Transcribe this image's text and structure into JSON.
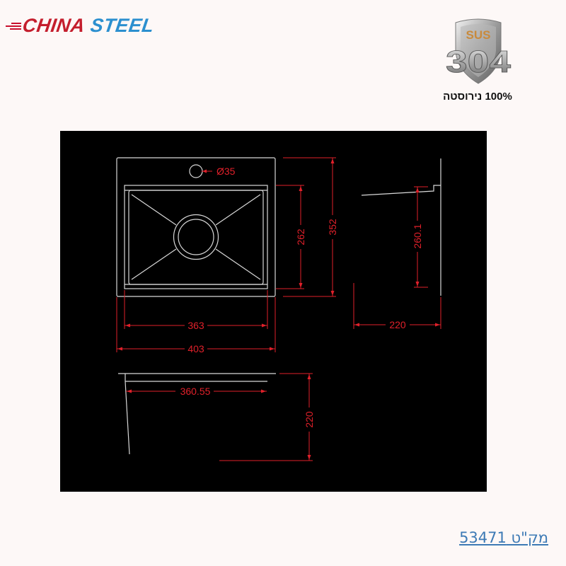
{
  "brand": {
    "word1": "CHINA",
    "word2": "STEEL",
    "color1": "#c41e2d",
    "color2": "#2b8fcf"
  },
  "badge": {
    "icon": "shield-icon",
    "top_text": "SUS",
    "main_text": "304",
    "caption": "100% נירוסטה"
  },
  "drawing": {
    "background": "#000000",
    "line_color": "#d8d8d8",
    "dimension_color": "#e0202a",
    "top_view": {
      "faucet_hole": "Ø35",
      "inner_width": "363",
      "outer_width": "403",
      "inner_depth": "262",
      "outer_depth": "352"
    },
    "side_view": {
      "bowl_height": "260.1",
      "depth": "220"
    },
    "front_view": {
      "bowl_width": "360.55",
      "depth": "220"
    }
  },
  "footer": {
    "sku_link": "מק\"ט 53471"
  }
}
